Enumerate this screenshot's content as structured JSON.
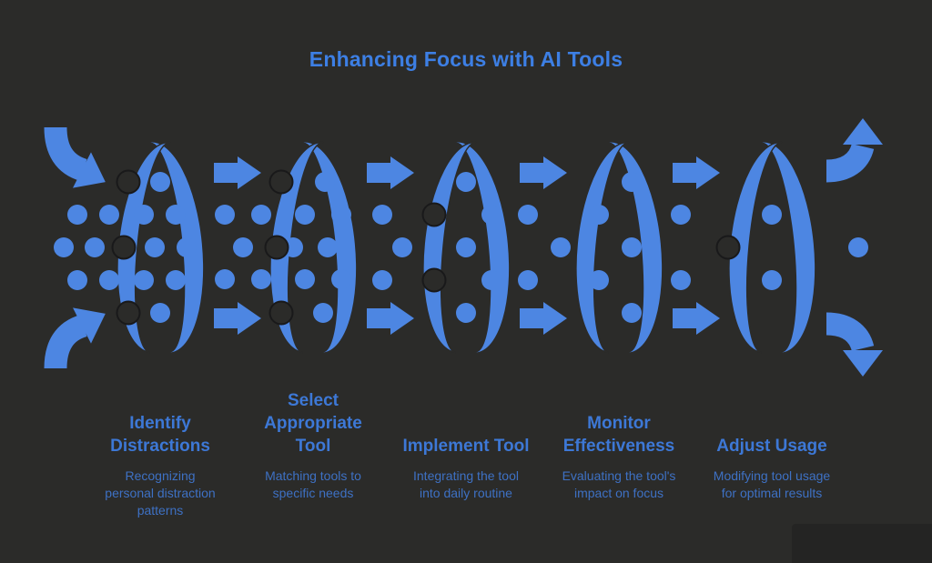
{
  "title": "Enhancing Focus with AI Tools",
  "colors": {
    "background": "#2b2b29",
    "accent": "#4d86e2",
    "title_text": "#3d7fe4",
    "heading_text": "#3d78d6",
    "description_text": "#3e71c4",
    "bubble_outline": "#19191a",
    "watermark_block": "#242423"
  },
  "steps": [
    {
      "title": "Identify\nDistractions",
      "description": "Recognizing\npersonal distraction\npatterns"
    },
    {
      "title": "Select\nAppropriate\nTool",
      "description": "Matching tools to\nspecific needs"
    },
    {
      "title": "Implement Tool",
      "description": "Integrating the tool\ninto daily routine"
    },
    {
      "title": "Monitor\nEffectiveness",
      "description": "Evaluating the tool's\nimpact on focus"
    },
    {
      "title": "Adjust Usage",
      "description": "Modifying tool usage\nfor optimal results"
    }
  ],
  "diagram": {
    "ring_count": 5,
    "flow_direction": "left-to-right"
  }
}
